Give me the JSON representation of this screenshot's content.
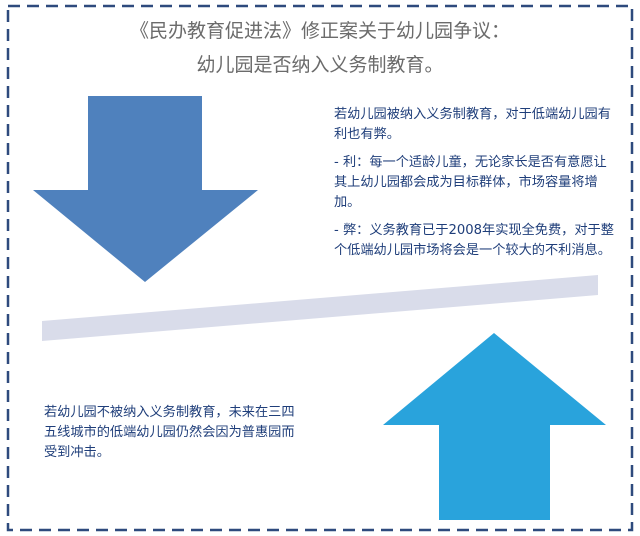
{
  "title": {
    "line1": "《民办教育促进法》修正案关于幼儿园争议：",
    "line2": "幼儿园是否纳入义务制教育。"
  },
  "top_text": {
    "intro": "若幼儿园被纳入义务制教育，对于低端幼儿园有利也有弊。",
    "pro": "- 利：每一个适龄儿童，无论家长是否有意愿让其上幼儿园都会成为目标群体，市场容量将增加。",
    "con": "- 弊：义务教育已于2008年实现全免费，对于整个低端幼儿园市场将会是一个较大的不利消息。"
  },
  "bottom_text": {
    "body": "若幼儿园不被纳入义务制教育，未来在三四五线城市的低端幼儿园仍然会因为普惠园而受到冲击。"
  },
  "colors": {
    "border": "#2e4a7d",
    "down_arrow": "#4f81bd",
    "up_arrow": "#29a3dc",
    "beam": "#d9dcea",
    "text": "#1f3e7a",
    "title": "#6b6b6b"
  }
}
